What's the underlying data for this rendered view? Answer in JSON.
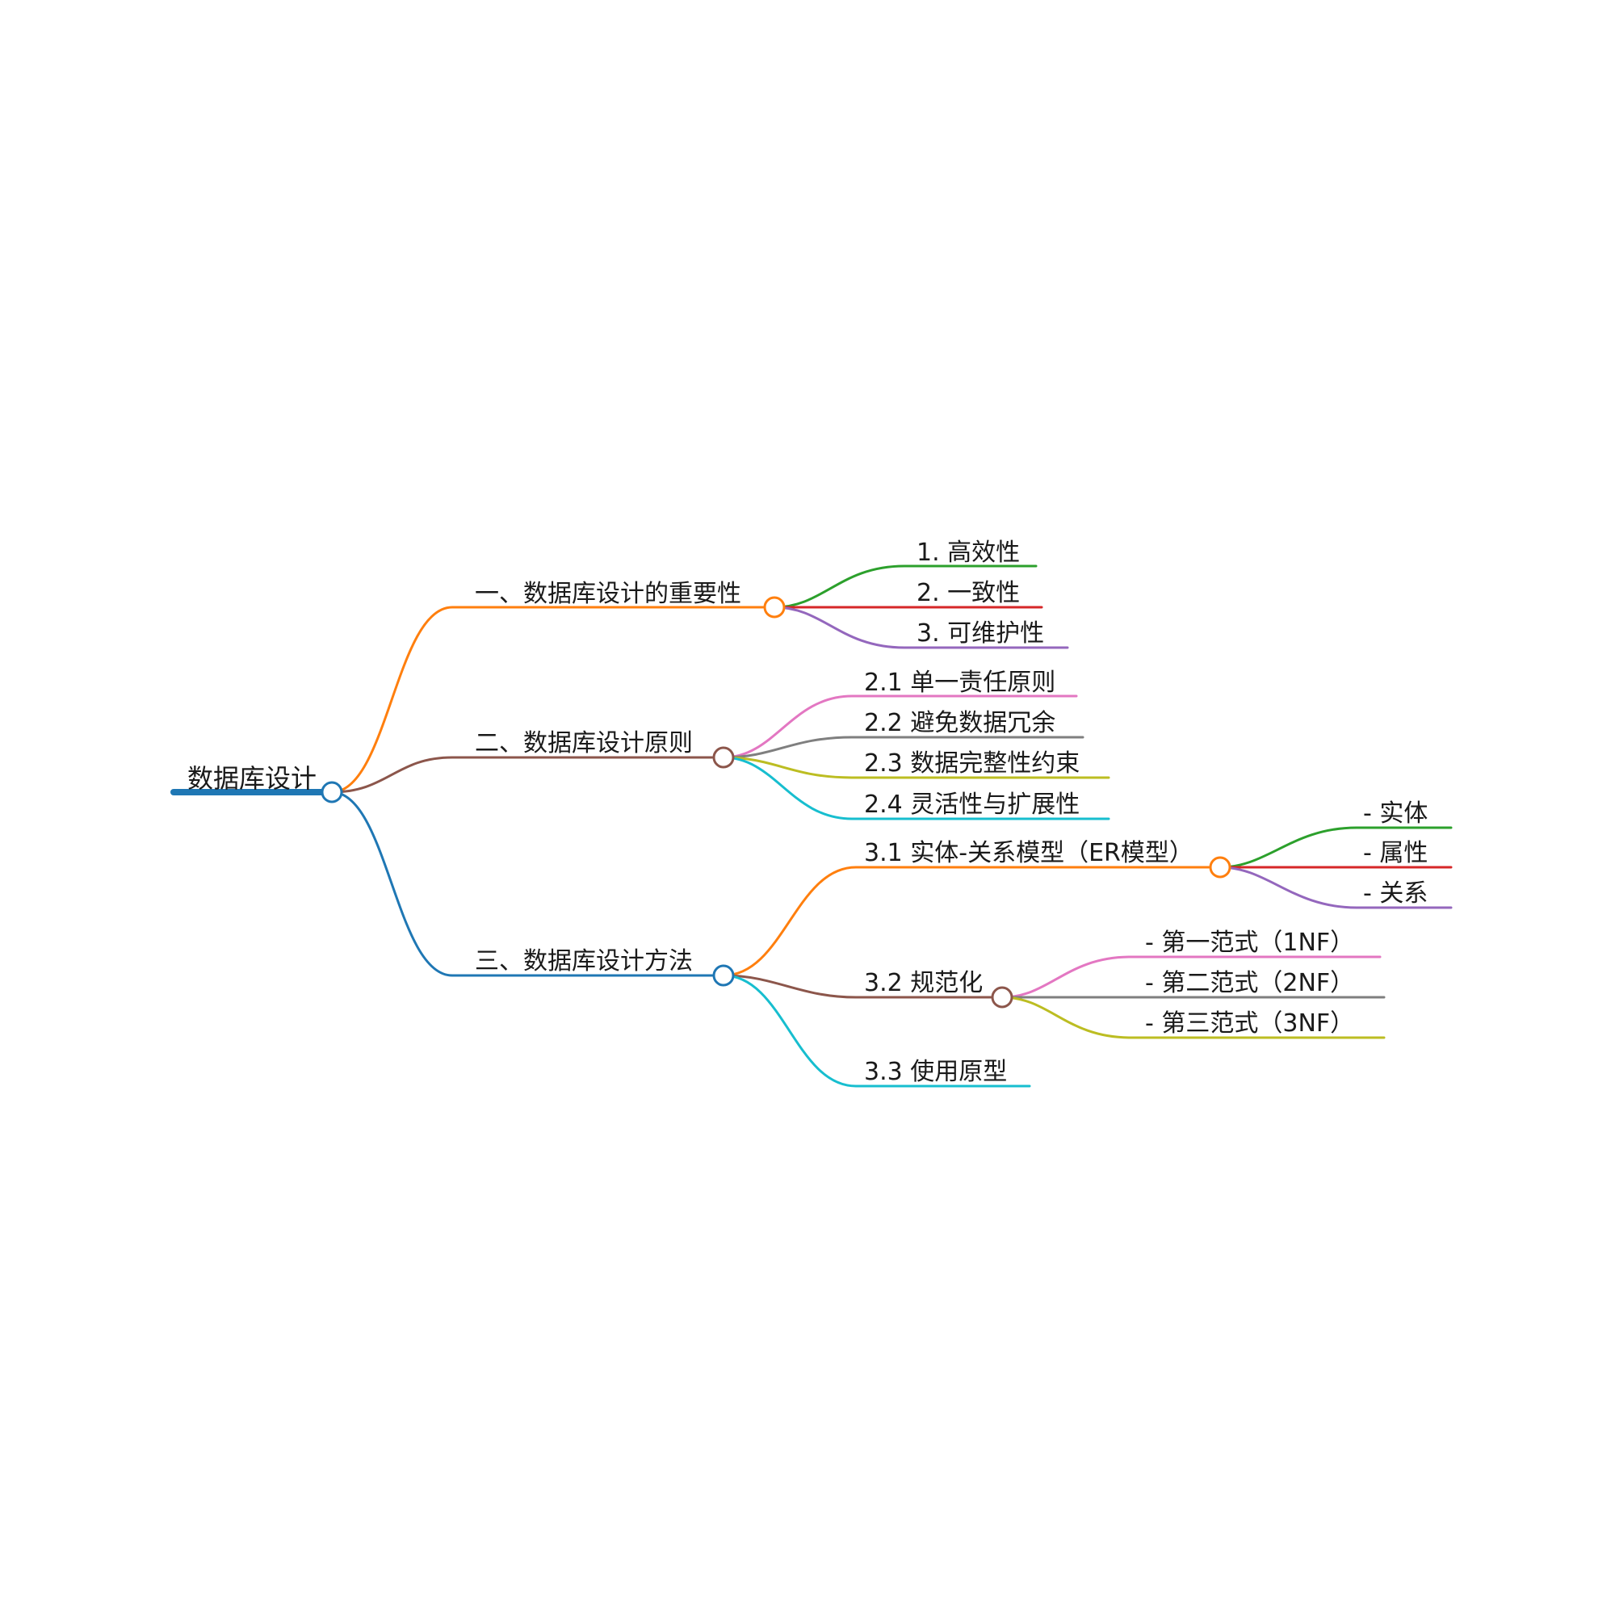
{
  "colors": {
    "root": "#1f77b4",
    "orange": "#ff7f0e",
    "brown": "#8c564b",
    "blue": "#1f77b4",
    "green": "#2ca02c",
    "red": "#d62728",
    "purple": "#9467bd",
    "pink": "#e377c2",
    "gray": "#7f7f7f",
    "olive": "#bcbd22",
    "cyan": "#17becf"
  },
  "root": {
    "label": "数据库设计"
  },
  "sections": [
    {
      "label": "一、数据库设计的重要性",
      "children": [
        {
          "label": "1. 高效性"
        },
        {
          "label": "2. 一致性"
        },
        {
          "label": "3. 可维护性"
        }
      ]
    },
    {
      "label": "二、数据库设计原则",
      "children": [
        {
          "label": "2.1 单一责任原则"
        },
        {
          "label": "2.2 避免数据冗余"
        },
        {
          "label": "2.3 数据完整性约束"
        },
        {
          "label": "2.4 灵活性与扩展性"
        }
      ]
    },
    {
      "label": "三、数据库设计方法",
      "children": [
        {
          "label": "3.1 实体-关系模型（ER模型）",
          "children": [
            {
              "label": "- 实体"
            },
            {
              "label": "- 属性"
            },
            {
              "label": "- 关系"
            }
          ]
        },
        {
          "label": "3.2 规范化",
          "children": [
            {
              "label": "- 第一范式（1NF）"
            },
            {
              "label": "- 第二范式（2NF）"
            },
            {
              "label": "- 第三范式（3NF）"
            }
          ]
        },
        {
          "label": "3.3 使用原型"
        }
      ]
    }
  ]
}
